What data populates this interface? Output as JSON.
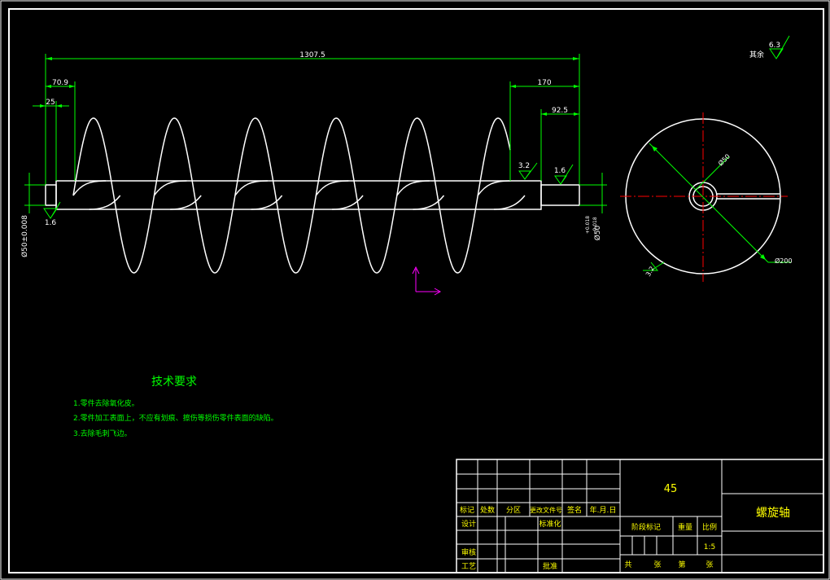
{
  "dimensions": {
    "overall_length": "1307.5",
    "left_step": "70.9",
    "left_shoulder": "25",
    "right_step": "170",
    "right_shoulder": "92.5",
    "left_shaft_dia": "Ø50±0.008",
    "right_shaft_dia": "Ø50",
    "right_shaft_tol_upper": "+0.018",
    "right_shaft_tol_lower": "-0.018",
    "hole_dia": "Ø50",
    "outer_dia": "Ø200"
  },
  "roughness": {
    "left_end": "1.6",
    "right_a": "3.2",
    "right_b": "1.6",
    "end_view": "3.2",
    "remaining_label": "其余",
    "remaining_value": "6.3"
  },
  "notes": {
    "title": "技术要求",
    "items": [
      "1.零件去除氧化皮。",
      "2.零件加工表面上，不应有划痕、擦伤等损伤零件表面的缺陷。",
      "3.去除毛刺飞边。"
    ]
  },
  "title_block": {
    "material": "45",
    "part_name": "螺旋轴",
    "headers": [
      "标记",
      "处数",
      "分区",
      "更改文件号",
      "签名",
      "年.月.日"
    ],
    "design": "设计",
    "standardize": "标准化",
    "review": "审核",
    "process": "工艺",
    "approve": "批准",
    "stage_mark": "阶段标记",
    "weight": "重量",
    "scale_label": "比例",
    "scale_value": "1:5",
    "sheets_total": "共",
    "sheets_unit": "张",
    "sheet_no": "第",
    "sheet_unit2": "张"
  },
  "colors": {
    "outline": "#ffffff",
    "dimension": "#00ff00",
    "centerline": "#ff0000",
    "ucs": "#ff00ff",
    "text_yellow": "#ffff00"
  }
}
